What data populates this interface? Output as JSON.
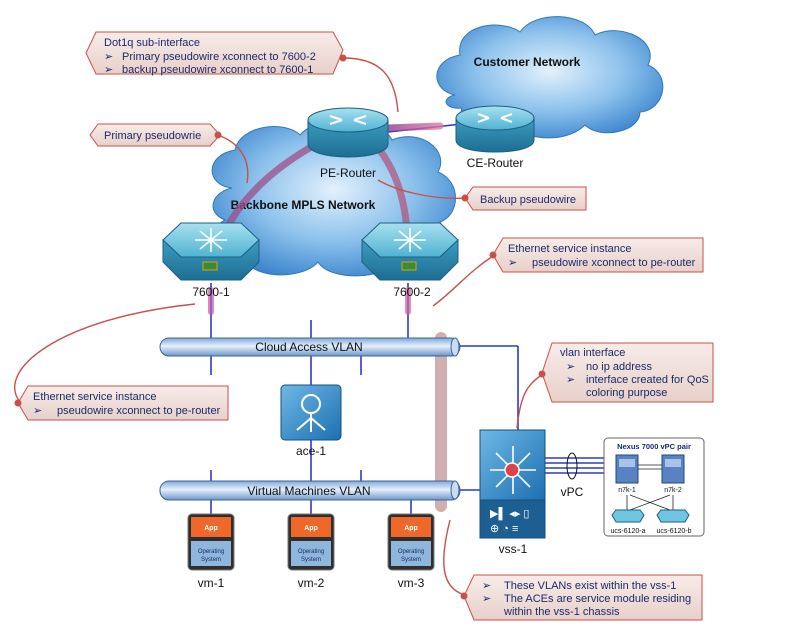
{
  "clouds": {
    "customer": "Customer Network",
    "backbone": "Backbone MPLS Network"
  },
  "devices": {
    "ce_router": "CE-Router",
    "pe_router": "PE-Router",
    "r7600_1": "7600-1",
    "r7600_2": "7600-2",
    "ace": "ace-1",
    "vss": "vss-1",
    "vpc": "vPC",
    "vm1": "vm-1",
    "vm2": "vm-2",
    "vm3": "vm-3"
  },
  "vm_box": {
    "app": "App",
    "os_line1": "Operating",
    "os_line2": "System"
  },
  "vlans": {
    "cloud_access": "Cloud Access VLAN",
    "virtual_machines": "Virtual Machines VLAN"
  },
  "nexus": {
    "title": "Nexus 7000 vPC pair",
    "n7k1": "n7k-1",
    "n7k2": "n7k-2",
    "ucs_a": "ucs-6120-a",
    "ucs_b": "ucs-6120-b"
  },
  "callouts": {
    "dot1q": {
      "title": "Dot1q sub-interface",
      "items": [
        "Primary pseudowire xconnect to 7600-2",
        "backup pseudowire xconnect to 7600-1"
      ]
    },
    "primary_pw": {
      "title": "Primary pseudowrie"
    },
    "backup_pw": {
      "title": "Backup pseudowire"
    },
    "eth_right": {
      "title": "Ethernet service instance",
      "items": [
        "pseudowire xconnect to pe-router"
      ]
    },
    "eth_left": {
      "title": "Ethernet service instance",
      "items": [
        "pseudowire xconnect to pe-router"
      ]
    },
    "vlan_if": {
      "title": "vlan interface",
      "items": [
        "no ip address",
        "interface created for QoS",
        "coloring purpose"
      ]
    },
    "vss_note": {
      "items": [
        "These VLANs exist within the vss-1",
        "The ACEs are service module residing",
        "within the vss-1 chassis"
      ]
    }
  },
  "colors": {
    "cloud": "#5aa0dc",
    "router": "#6ec3dd",
    "pipe": "#a9c8ea",
    "callout_fill": "#f2e2de",
    "callout_border": "#c9504a",
    "link": "#2b3bc8",
    "pseudowire": "#9e4d8a"
  }
}
